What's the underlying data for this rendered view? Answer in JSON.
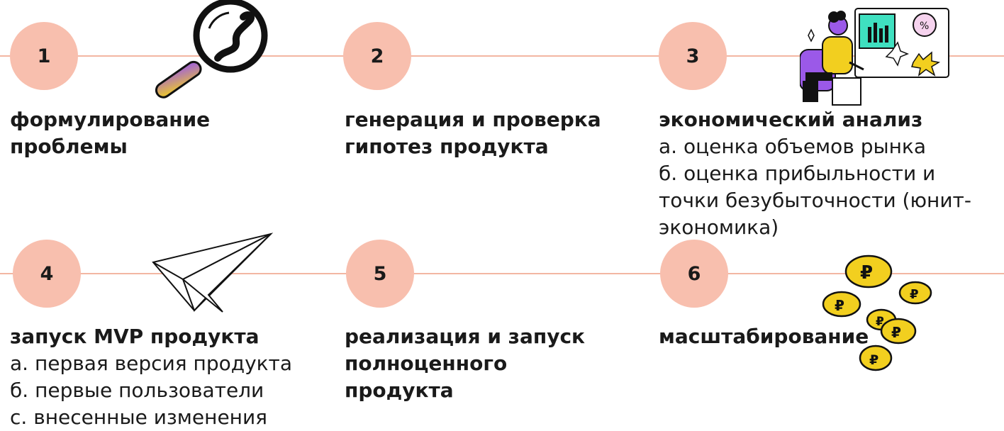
{
  "steps": [
    {
      "number": "1",
      "title": "формулирование проблемы",
      "items": []
    },
    {
      "number": "2",
      "title": "генерация и проверка гипотез продукта",
      "items": []
    },
    {
      "number": "3",
      "title": "экономический анализ",
      "items": [
        "а. оценка объемов рынка",
        "б. оценка прибыльности и точки безубыточности (юнит-экономика)"
      ]
    },
    {
      "number": "4",
      "title": "запуск MVP продукта",
      "items": [
        "а. первая версия продукта",
        "б. первые пользователи",
        "с. внесенные изменения"
      ]
    },
    {
      "number": "5",
      "title": "реализация и запуск полноценного продукта",
      "items": []
    },
    {
      "number": "6",
      "title": "масштабирование",
      "items": []
    }
  ],
  "illustrations": {
    "step1": "magnifying-glass-icon",
    "step3": "person-with-charts-icon",
    "step4": "paper-plane-icon",
    "step6": "coins-icon",
    "coin_symbol": "₽",
    "badge_symbol": "%"
  },
  "colors": {
    "accent": "#f8bfae",
    "line": "#f3b6a2",
    "text": "#1a1a1a",
    "coin": "#f2cf1f",
    "teal": "#3fe0c0",
    "purple": "#9b59e8"
  }
}
